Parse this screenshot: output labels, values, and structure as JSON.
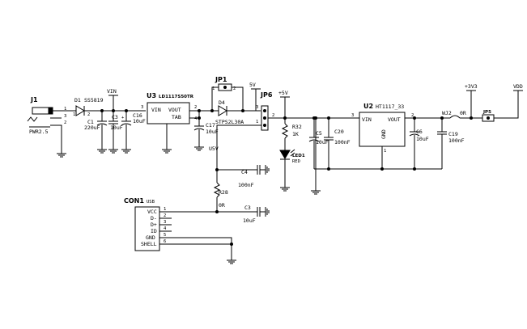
{
  "j1": {
    "ref": "J1",
    "value": "PWR2.5",
    "pins": [
      "1",
      "3",
      "2"
    ]
  },
  "d1": {
    "ref": "D1",
    "value": "SS5819"
  },
  "vin_net": "VIN",
  "c1": {
    "ref": "C1",
    "value": "220uF"
  },
  "c3": {
    "ref": "C3",
    "value": "10uF"
  },
  "c16": {
    "ref": "C16",
    "value": "10uF"
  },
  "u3": {
    "ref": "U3",
    "part": "LD1117S50TR",
    "pin_vin": "VIN",
    "pin_vout": "VOUT",
    "pin_tab": "TAB",
    "pin_n3": "3",
    "pin_n2": "2",
    "pin_n4": "4"
  },
  "jp1": {
    "ref": "JP1",
    "p1": "1",
    "p2": "2"
  },
  "d4": {
    "ref": "D4",
    "value": "STPS2L30A"
  },
  "c17": {
    "ref": "C17",
    "value": "10uF"
  },
  "net_5v": "5V",
  "net_u5v": "U5V",
  "jp6": {
    "ref": "JP6",
    "p3": "3",
    "p2": "2",
    "p1": "1"
  },
  "net_plus5v": "+5V",
  "r32": {
    "ref": "R32",
    "value": "1K"
  },
  "led1": {
    "ref": "LED1",
    "value": "RED"
  },
  "c4": {
    "ref": "C4",
    "value": "100nF"
  },
  "r28": {
    "ref": "R28",
    "value": "0R"
  },
  "c_usb": {
    "ref": "C3",
    "value": "10uF"
  },
  "con1": {
    "ref": "CON1",
    "type": "USB",
    "pins": [
      "1",
      "2",
      "3",
      "4",
      "5",
      "6"
    ],
    "signals": [
      "VCC",
      "D-",
      "D+",
      "ID",
      "GND",
      "SHELL"
    ]
  },
  "c5": {
    "ref": "C5",
    "value": "10uF"
  },
  "c20": {
    "ref": "C20",
    "value": "100nF"
  },
  "u2": {
    "ref": "U2",
    "part": "HT1117_33",
    "pin_vin": "VIN",
    "pin_vout": "VOUT",
    "pin_gnd": "GND",
    "pin_n3": "3",
    "pin_n2": "2",
    "pin_n1": "1"
  },
  "c6": {
    "ref": "C6",
    "value": "10uF"
  },
  "c19": {
    "ref": "C19",
    "value": "100nF"
  },
  "wj2": {
    "ref": "WJ2",
    "value": "0R"
  },
  "jp5": {
    "ref": "JP5"
  },
  "net_3v3": "+3V3",
  "net_vdd": "VDD",
  "pin_nums": {
    "d1_1": "1",
    "d1_2": "2",
    "c16_p": "+"
  }
}
